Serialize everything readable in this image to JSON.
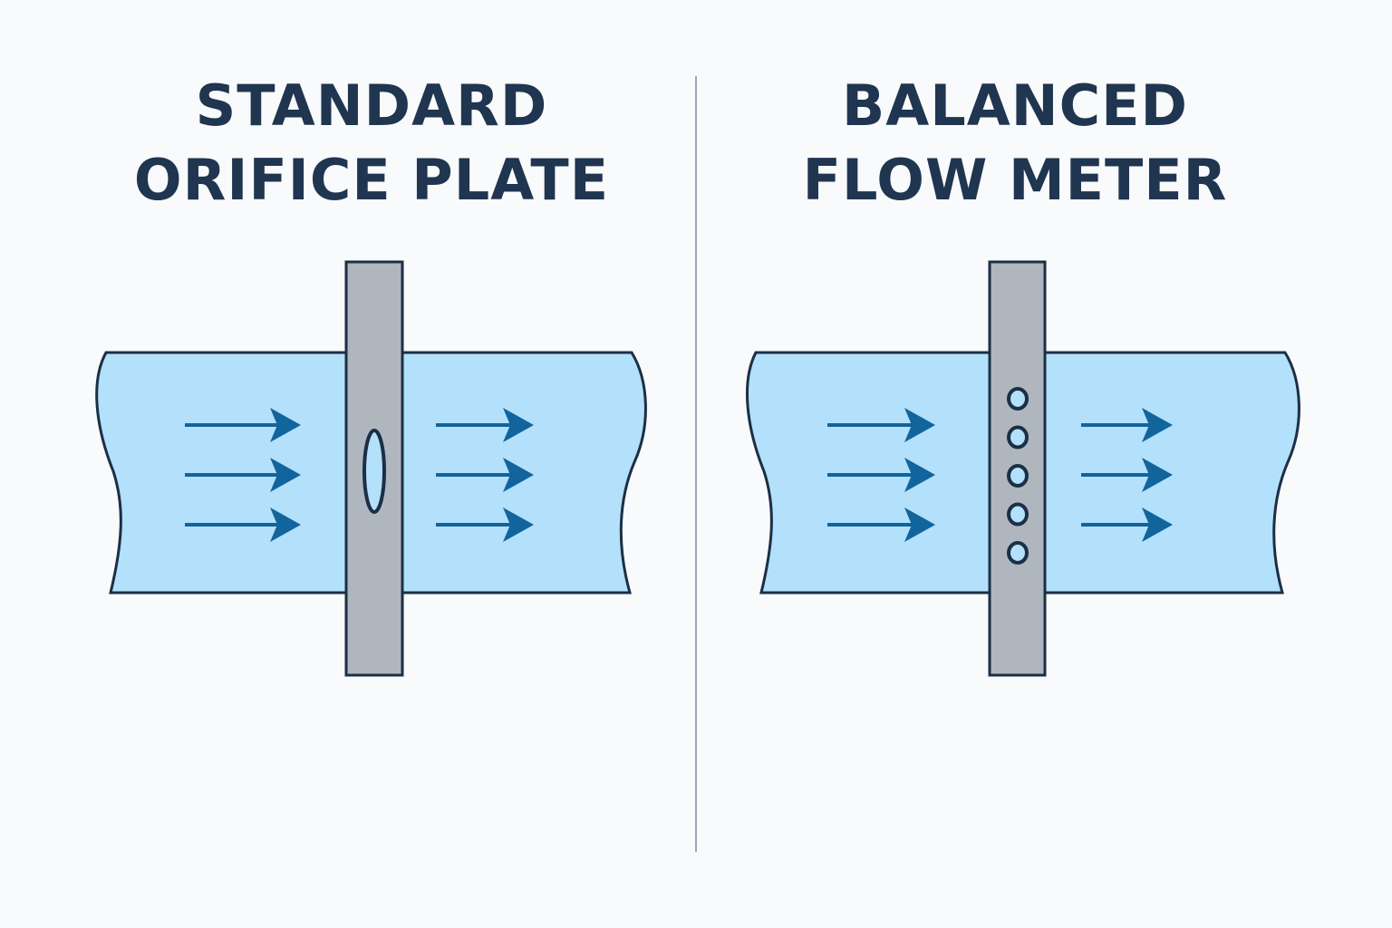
{
  "panels": [
    {
      "title_line1": "STANDARD",
      "title_line2": "ORIFICE PLATE",
      "plate_type": "single-orifice",
      "hole_count": 1,
      "flow_arrows_upstream": 3,
      "flow_arrows_downstream": 3
    },
    {
      "title_line1": "BALANCED",
      "title_line2": "FLOW METER",
      "plate_type": "multi-hole",
      "hole_count": 5,
      "flow_arrows_upstream": 3,
      "flow_arrows_downstream": 3
    }
  ],
  "colors": {
    "title": "#1f3550",
    "pipe_fill": "#b3e0fb",
    "outline": "#1b2f45",
    "plate_fill": "#b0b6be",
    "arrow": "#12649c",
    "divider": "#9aa8b8",
    "background": "#f9fafb"
  }
}
